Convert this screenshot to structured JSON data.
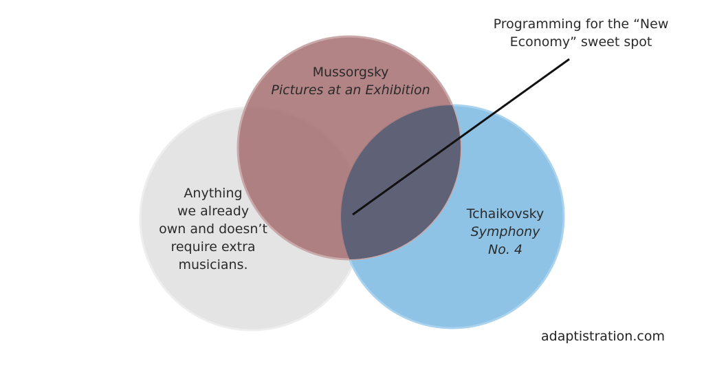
{
  "callout": {
    "line1": "Programming for the “New",
    "line2": "Economy” sweet spot"
  },
  "sets": {
    "mussorgsky": {
      "composer": "Mussorgsky",
      "work": "Pictures at an Exhibition",
      "color": "#a66f70"
    },
    "owned": {
      "line1": "Anything",
      "line2": "we already",
      "line3": "own and doesn’t",
      "line4": "require extra",
      "line5": "musicians.",
      "color": "#e4e4e4"
    },
    "tchaikovsky": {
      "composer": "Tchaikovsky",
      "work1": "Symphony",
      "work2": "No. 4",
      "color": "#8ec3e6"
    },
    "overlap_color": "#5f6176"
  },
  "credit": "adaptistration.com"
}
